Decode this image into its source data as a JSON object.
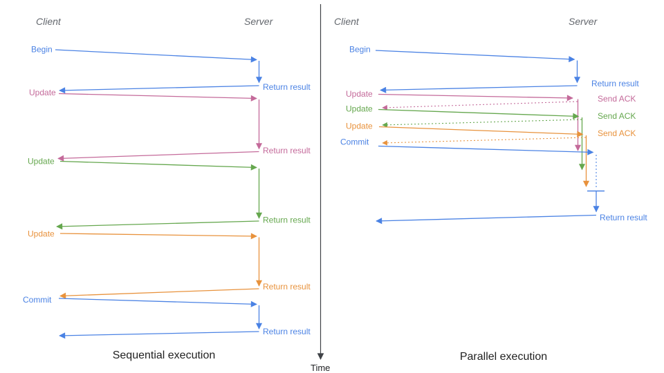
{
  "diagram": {
    "time_axis_label": "Time",
    "colors": {
      "blue": "#4a82e4",
      "pink": "#c46a9a",
      "green": "#65a74e",
      "orange": "#e8923c",
      "axis": "#3f4246",
      "header_gray": "#63676d",
      "title_black": "#1f1f1f"
    },
    "sequential": {
      "title": "Sequential execution",
      "client_header": "Client",
      "server_header": "Server",
      "messages": [
        {
          "label": "Begin",
          "color": "blue",
          "return_label": "Return result"
        },
        {
          "label": "Update",
          "color": "pink",
          "return_label": "Return result"
        },
        {
          "label": "Update",
          "color": "green",
          "return_label": "Return result"
        },
        {
          "label": "Update",
          "color": "orange",
          "return_label": "Return result"
        },
        {
          "label": "Commit",
          "color": "blue",
          "return_label": "Return result"
        }
      ]
    },
    "parallel": {
      "title": "Parallel execution",
      "client_header": "Client",
      "server_header": "Server",
      "messages": [
        {
          "label": "Begin",
          "color": "blue",
          "response_label": "Return result"
        },
        {
          "label": "Update",
          "color": "pink",
          "response_label": "Send ACK"
        },
        {
          "label": "Update",
          "color": "green",
          "response_label": "Send ACK"
        },
        {
          "label": "Update",
          "color": "orange",
          "response_label": "Send ACK"
        },
        {
          "label": "Commit",
          "color": "blue",
          "response_label": "Return result"
        }
      ]
    }
  }
}
